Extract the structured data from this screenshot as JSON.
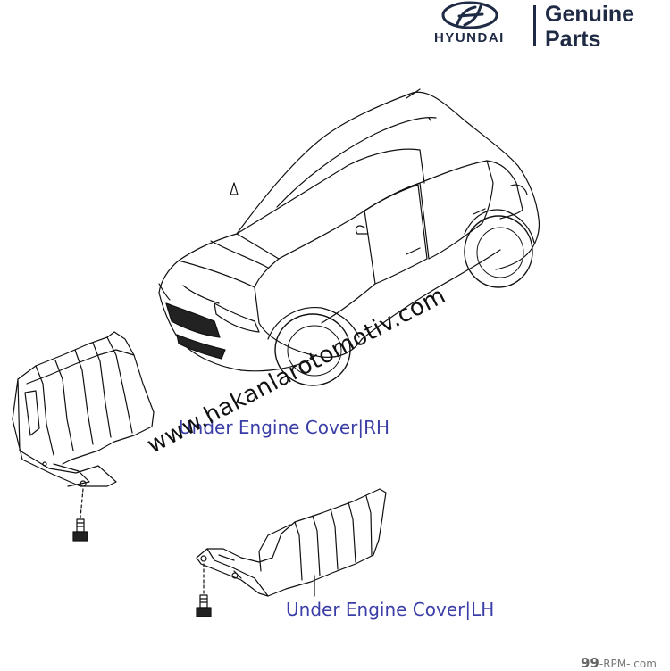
{
  "brand": {
    "wordmark": "HYUNDAI",
    "genuine": "Genuine",
    "parts": "Parts",
    "color": "#1f2a44"
  },
  "labels": {
    "rh": "Under Engine Cover|RH",
    "lh": "Under Engine Cover|LH",
    "color": "#3b3ea6"
  },
  "watermark": {
    "text": "www.hakanlarotomotiv.com"
  },
  "corner_mark": {
    "number": "99",
    "text": "-RPM-.com"
  },
  "icons": [
    "hyundai-logo-icon",
    "car-drawing-icon",
    "engine-cover-rh-icon",
    "engine-cover-lh-icon",
    "bolt-icon"
  ]
}
